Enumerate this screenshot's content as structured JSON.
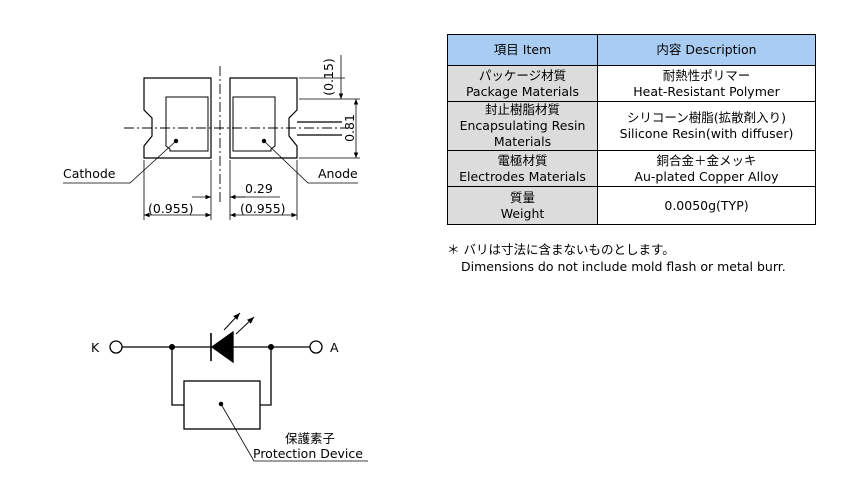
{
  "package_drawing": {
    "dims": {
      "top_gap": "(0.15)",
      "height": "0.81",
      "center_gap": "0.29",
      "left_width": "(0.955)",
      "right_width": "(0.955)"
    },
    "labels": {
      "cathode": "Cathode",
      "anode": "Anode"
    }
  },
  "circuit": {
    "terminal_k": "K",
    "terminal_a": "A",
    "protection_jp": "保護素子",
    "protection_en": "Protection Device"
  },
  "spec_table": {
    "header": {
      "item": "項目 Item",
      "description": "内容 Description"
    },
    "rows": [
      {
        "item_jp": "パッケージ材質",
        "item_en": "Package Materials",
        "desc_jp": "耐熱性ポリマー",
        "desc_en": "Heat-Resistant Polymer"
      },
      {
        "item_jp": "封止樹脂材質",
        "item_en": "Encapsulating Resin Materials",
        "desc_jp": "シリコーン樹脂(拡散剤入り)",
        "desc_en": "Silicone Resin(with diffuser)"
      },
      {
        "item_jp": "電極材質",
        "item_en": "Electrodes Materials",
        "desc_jp": "銅合金＋金メッキ",
        "desc_en": "Au-plated Copper Alloy"
      },
      {
        "item_jp": "質量",
        "item_en": "Weight",
        "desc_jp": "",
        "desc_en": "0.0050g(TYP)"
      }
    ]
  },
  "note": {
    "jp": "＊ バリは寸法に含まないものとします。",
    "en": "Dimensions do not include mold flash or metal burr."
  }
}
